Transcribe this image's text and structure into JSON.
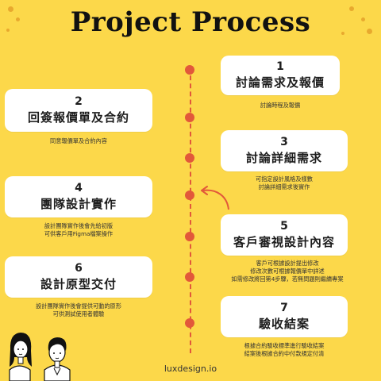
{
  "title": "Project Process",
  "steps": [
    {
      "num": "1",
      "label": "討論需求及報價",
      "desc": [
        "討論時程及報價"
      ]
    },
    {
      "num": "2",
      "label": "回簽報價單及合約",
      "desc": [
        "同意報價單及合約內容"
      ]
    },
    {
      "num": "3",
      "label": "討論詳細需求",
      "desc": [
        "可指定設計風格及樣數",
        "討論詳細需求後實作"
      ]
    },
    {
      "num": "4",
      "label": "團隊設計實作",
      "desc": [
        "設計團隊實作後會先給初版",
        "可供客戶用Figma檔案操作"
      ]
    },
    {
      "num": "5",
      "label": "客戶審視設計內容",
      "desc": [
        "客戶可根據設計提出修改",
        "修改次數可根據報價單中詳述",
        "如需修改將回第4步驟，若無問題則繼續專案"
      ]
    },
    {
      "num": "6",
      "label": "設計原型交付",
      "desc": [
        "設計團隊實作後會提供可動的原形",
        "可供測試使用者體驗"
      ]
    },
    {
      "num": "7",
      "label": "驗收結案",
      "desc": [
        "根據合約驗收標準進行驗收結案",
        "結案後根據合約中付款規定付清"
      ]
    }
  ],
  "footer": "luxdesign.io",
  "colors": {
    "background": "#FCD84A",
    "timeline": "#E2583A",
    "card": "#FFFFFF"
  }
}
